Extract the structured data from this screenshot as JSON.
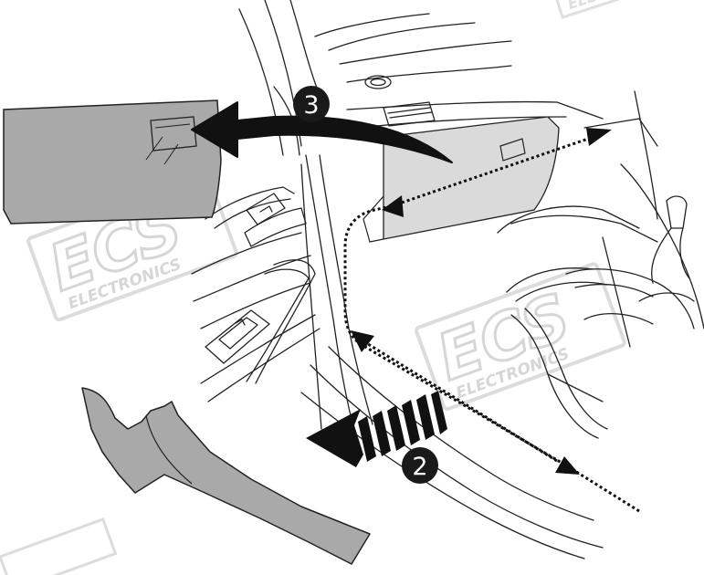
{
  "diagram": {
    "steps": [
      {
        "number": "2",
        "description": ""
      },
      {
        "number": "3",
        "description": ""
      }
    ],
    "watermark": {
      "logo_text": "ECS",
      "brand_text": "ELECTRONICS",
      "fragment_text": "ELECTR"
    },
    "colors": {
      "line": "#222222",
      "panel_fill": "#a9a9a9",
      "background": "#ffffff",
      "watermark": "#dcdcdc",
      "badge_fill": "#1a1a1a",
      "badge_text": "#ffffff"
    }
  }
}
